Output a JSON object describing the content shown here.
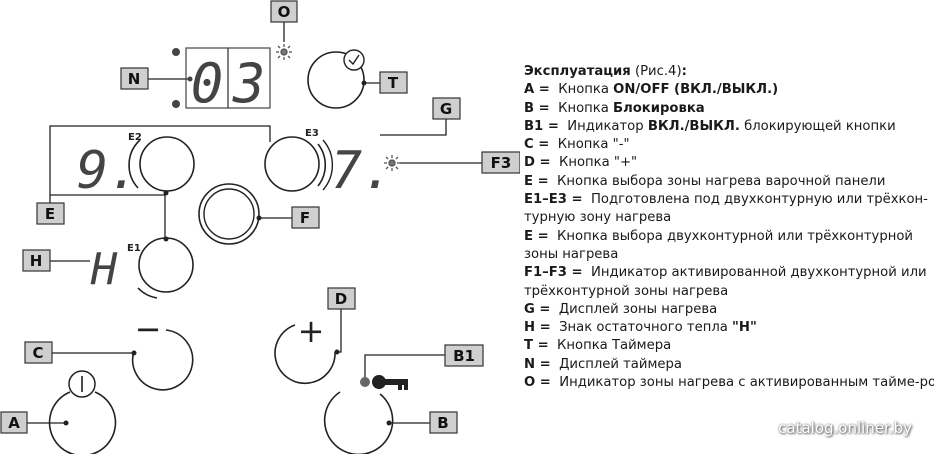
{
  "labels": {
    "O": "O",
    "N": "N",
    "T": "T",
    "G": "G",
    "F3": "F3",
    "E": "E",
    "F": "F",
    "H": "H",
    "C": "C",
    "D": "D",
    "B1": "B1",
    "A": "A",
    "B": "B"
  },
  "zone_labels": {
    "E1": "E1",
    "E2": "E2",
    "E3": "E3"
  },
  "displays": {
    "timer_d1": "0",
    "timer_d2": "3",
    "zone_left_level": "9.",
    "zone_right_level": "7.",
    "residual_heat": "H"
  },
  "symbols": {
    "minus": "−",
    "plus": "+"
  },
  "legend": {
    "title_bold": "Эксплуатация",
    "title_rest": " (Рис.4)",
    "title_colon": ":",
    "items": [
      {
        "key": "A =",
        "pre": "Кнопка ",
        "bold": "ON/OFF (ВКЛ./ВЫКЛ.)",
        "post": ""
      },
      {
        "key": "B =",
        "pre": "Кнопка ",
        "bold": "Блокировка",
        "post": ""
      },
      {
        "key": "B1 =",
        "pre": "Индикатор ",
        "bold": "ВКЛ./ВЫКЛ.",
        "post": " блокирующей кнопки"
      },
      {
        "key": "C =",
        "pre": "Кнопка \"-\"",
        "bold": "",
        "post": ""
      },
      {
        "key": "D =",
        "pre": "Кнопка \"+\"",
        "bold": "",
        "post": ""
      },
      {
        "key": "E =",
        "pre": "Кнопка выбора зоны нагрева варочной панели",
        "bold": "",
        "post": ""
      },
      {
        "key": "E1–E3 =",
        "pre": "Подготовлена под двухконтурную или трёхкон-турную зону нагрева",
        "bold": "",
        "post": ""
      },
      {
        "key": "E =",
        "pre": "Кнопка выбора двухконтурной или трёхконтурной зоны нагрева",
        "bold": "",
        "post": ""
      },
      {
        "key": "F1–F3 =",
        "pre": "Индикатор активированной двухконтурной или трёхконтурной зоны нагрева",
        "bold": "",
        "post": ""
      },
      {
        "key": "G =",
        "pre": "Дисплей зоны нагрева",
        "bold": "",
        "post": ""
      },
      {
        "key": "H =",
        "pre": "Знак остаточного тепла ",
        "bold": "\"H\"",
        "post": ""
      },
      {
        "key": "T =",
        "pre": "Кнопка Таймера",
        "bold": "",
        "post": ""
      },
      {
        "key": "N =",
        "pre": "Дисплей таймера",
        "bold": "",
        "post": ""
      },
      {
        "key": "O =",
        "pre": "Индикатор зоны нагрева с активированным тайме-ром.",
        "bold": "",
        "post": ""
      }
    ]
  },
  "watermark": "catalog.onliner.by",
  "colors": {
    "label_fill": "#cfcfcf",
    "line": "#222222",
    "segment": "#444444"
  }
}
